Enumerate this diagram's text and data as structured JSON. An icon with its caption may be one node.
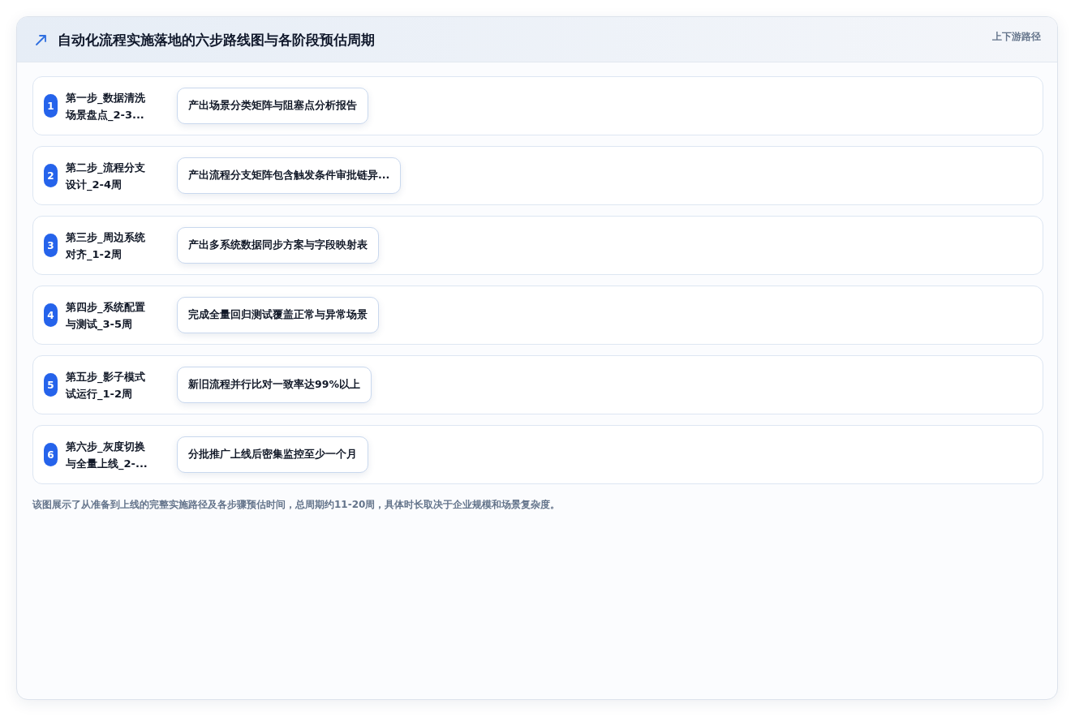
{
  "diagram": {
    "title": "自动化流程实施落地的六步路线图与各阶段预估周期",
    "caption": "该图展示了从准备到上线的完整实施路径及各步骤预估时间，总周期约11-20周，具体时长取决于企业规模和场景复杂度。",
    "nodes": [
      {
        "text": [
          "第一步_数据清洗场景盘点_2-3..."
        ]
      },
      {
        "text": [
          "1"
        ],
        "in": 0
      },
      {
        "text": [
          "产出场景分类矩阵与阻塞点分析报告"
        ],
        "in": 0
      },
      {
        "text": [
          "第二步_流程分支设计_2-4周"
        ]
      },
      {
        "text": [
          "2"
        ],
        "in": 3
      },
      {
        "text": [
          "产出流程分支矩阵包含触发条件审批链异..."
        ],
        "in": 3
      },
      {
        "text": [
          "第三步_周边系统对齐_1-2周"
        ]
      },
      {
        "text": [
          "3"
        ],
        "in": 6
      },
      {
        "text": [
          "产出多系统数据同步方案与字段映射表"
        ],
        "in": 6
      },
      {
        "text": [
          "第四步_系统配置与测试_3-5周"
        ]
      },
      {
        "text": [
          "4"
        ],
        "in": 9
      },
      {
        "text": [
          "完成全量回归测试覆盖正常与异常场景"
        ],
        "in": 9
      },
      {
        "text": [
          "第五步_影子模式试运行_1-2周"
        ]
      },
      {
        "text": [
          "5"
        ],
        "in": 12
      },
      {
        "text": [
          "新旧流程并行比对一致率达99%以上"
        ],
        "in": 12
      },
      {
        "text": [
          "第六步_灰度切换与全量上线_2-..."
        ]
      },
      {
        "text": [
          "6"
        ],
        "in": 15
      },
      {
        "text": [
          "分批推广上线后密集监控至少一个月"
        ],
        "in": 15
      }
    ],
    "labels": [
      "上下游路径"
    ]
  }
}
